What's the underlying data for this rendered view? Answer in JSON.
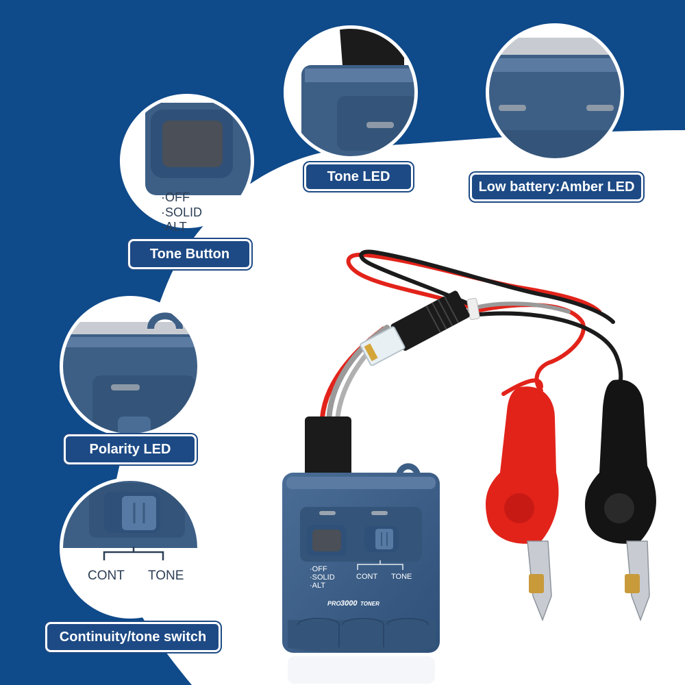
{
  "colors": {
    "brand_blue": "#0f4a8a",
    "device_blue": "#3d5f86",
    "device_dark": "#2c4a6d",
    "clip_red": "#e2231a",
    "clip_black": "#111111",
    "wire_gray": "#9a9a9a",
    "brass": "#c89a3a"
  },
  "callouts": {
    "tone_led": "Tone LED",
    "low_battery": "Low battery:Amber LED",
    "tone_button": "Tone Button",
    "polarity_led": "Polarity LED",
    "continuity_switch": "Continuity/tone switch"
  },
  "zoom_tone_button": {
    "opt_off": "·OFF",
    "opt_solid": "·SOLID",
    "opt_alt": "·ALT"
  },
  "zoom_switch": {
    "cont": "CONT",
    "tone": "TONE"
  },
  "device": {
    "opt_off": "·OFF",
    "opt_solid": "·SOLID",
    "opt_alt": "·ALT",
    "cont": "CONT",
    "tone": "TONE",
    "brand_pro": "PRO",
    "brand_model": "3000",
    "brand_toner": "TONER"
  },
  "icons": [
    "rj11-plug-icon",
    "alligator-clip-icon",
    "cable-tie-icon"
  ]
}
